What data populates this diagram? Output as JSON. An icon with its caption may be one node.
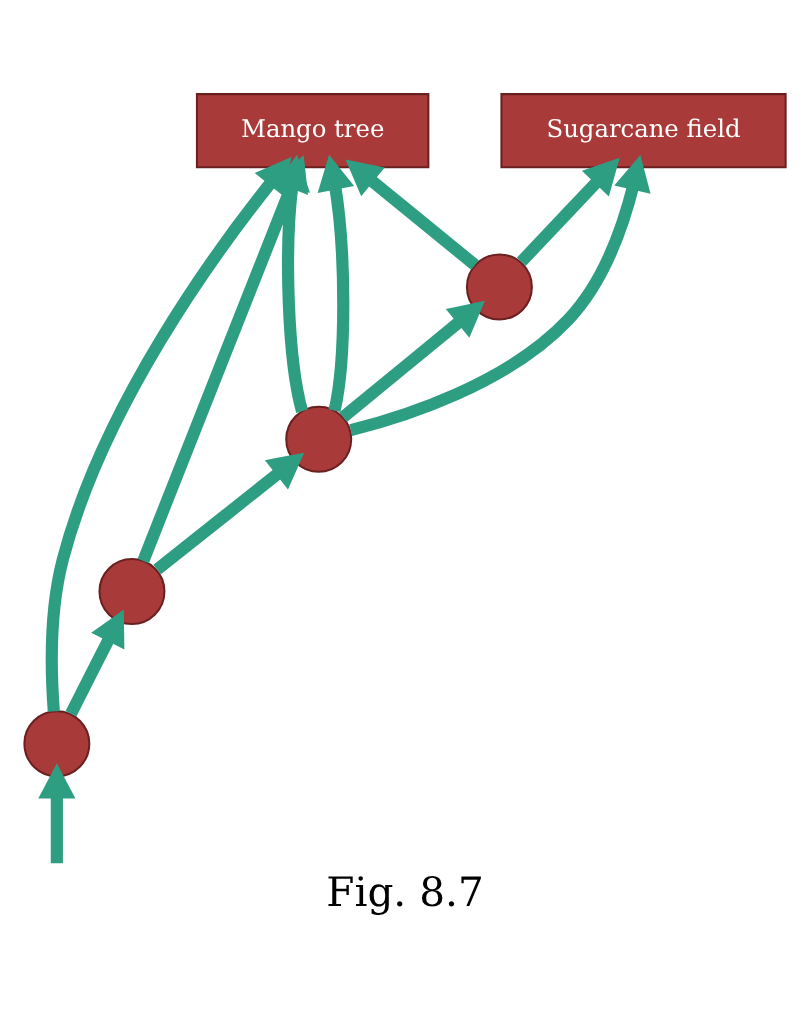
{
  "diagram": {
    "caption": "Fig. 8.7",
    "nodes": [
      {
        "text": [
          "Mango tree"
        ]
      },
      {
        "text": [
          "Sugarcane field"
        ]
      },
      {
        "text": [],
        "shape": "circle"
      },
      {
        "text": [],
        "shape": "circle"
      },
      {
        "text": [],
        "shape": "circle"
      },
      {
        "text": [],
        "shape": "circle"
      }
    ],
    "edges": [
      {
        "from": null,
        "to": 5,
        "arrow": "to"
      },
      {
        "from": 5,
        "to": 0,
        "arrow": "to"
      },
      {
        "from": 5,
        "to": 4,
        "arrow": "to"
      },
      {
        "from": 4,
        "to": 0,
        "arrow": "to"
      },
      {
        "from": 4,
        "to": 3,
        "arrow": "to"
      },
      {
        "from": 3,
        "to": 0,
        "arrow": "to"
      },
      {
        "from": 3,
        "to": 0,
        "arrow": "to"
      },
      {
        "from": 3,
        "to": 2,
        "arrow": "to"
      },
      {
        "from": 3,
        "to": 1,
        "arrow": "to"
      },
      {
        "from": 2,
        "to": 0,
        "arrow": "to"
      },
      {
        "from": 2,
        "to": 1,
        "arrow": "to"
      }
    ]
  }
}
